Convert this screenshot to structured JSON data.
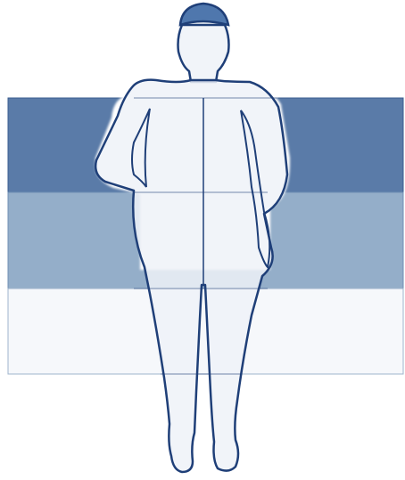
{
  "diagram": {
    "bands": [
      {
        "id": "top",
        "fill": "#5a7ba8",
        "stroke": "#3a5d8f"
      },
      {
        "id": "middle",
        "fill": "#94aec9",
        "stroke": "#6f8fb4"
      },
      {
        "id": "bottom",
        "fill": "#f6f8fb",
        "stroke": "#9fb4cc"
      }
    ],
    "figure": {
      "fill": "#eef2f8",
      "outline": "#1f3f78",
      "hair_fill": "#4f77ad",
      "halo": "#ffffff"
    }
  }
}
